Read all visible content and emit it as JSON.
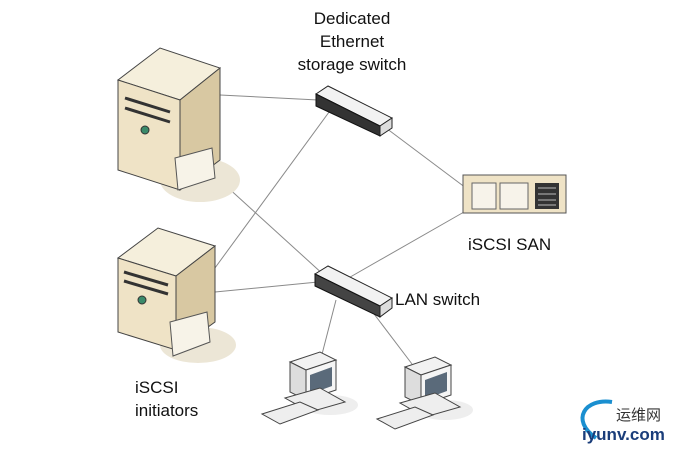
{
  "labels": {
    "storage_switch": [
      "Dedicated",
      "Ethernet",
      "storage switch"
    ],
    "san": "iSCSI SAN",
    "lan_switch": "LAN switch",
    "initiators": [
      "iSCSI",
      "initiators"
    ]
  },
  "watermark": {
    "cn": "运维网",
    "en": "iyunv.com"
  },
  "colors": {
    "server": "#efe3c6",
    "server_side": "#d8c8a2",
    "line": "#888888",
    "switch_dark": "#222222"
  }
}
